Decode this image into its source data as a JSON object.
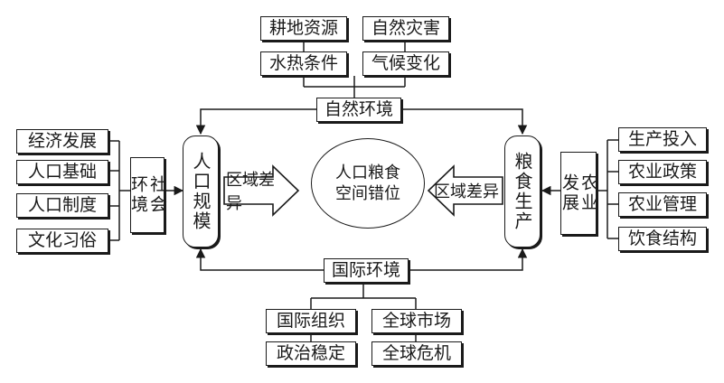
{
  "natural_env": {
    "label": "自然环境",
    "factors": [
      "耕地资源",
      "自然灾害",
      "水热条件",
      "气候变化"
    ]
  },
  "international_env": {
    "label": "国际环境",
    "factors": [
      "国际组织",
      "全球市场",
      "政治稳定",
      "全球危机"
    ]
  },
  "social_env": {
    "label_line1": "社会",
    "label_line2": "环境",
    "factors": [
      "经济发展",
      "人口基础",
      "人口制度",
      "文化习俗"
    ]
  },
  "agri_dev": {
    "label_line1": "农业",
    "label_line2": "发展",
    "factors": [
      "生产投入",
      "农业政策",
      "农业管理",
      "饮食结构"
    ]
  },
  "population_scale": "人口规模",
  "grain_production": "粮食生产",
  "center": {
    "line1": "人口粮食",
    "line2": "空间错位"
  },
  "left_arrow_label": "区域差异",
  "right_arrow_label": "区域差异"
}
